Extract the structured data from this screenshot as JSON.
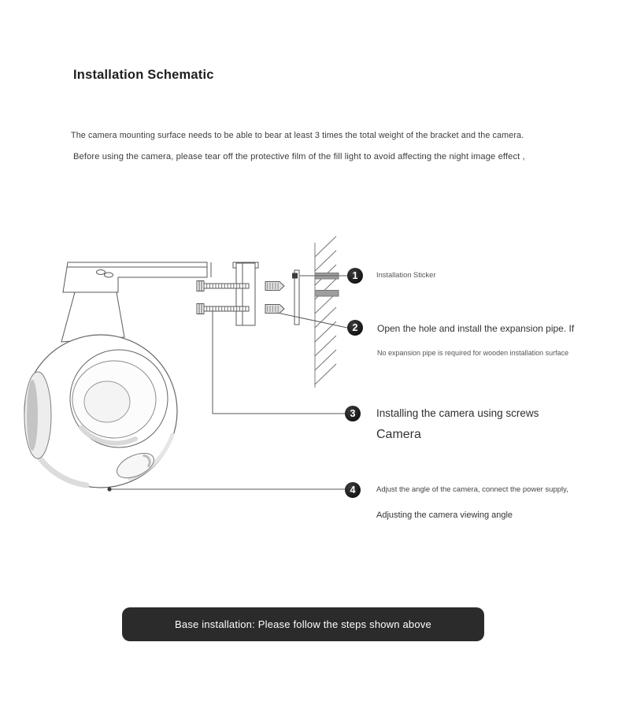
{
  "page": {
    "title": "Installation Schematic",
    "notes": [
      "The camera mounting surface needs to be able to bear at least 3 times the total weight of the bracket and the camera.",
      "Before using the camera, please tear off the protective film of the fill light to avoid affecting the night image effect ,"
    ]
  },
  "steps": [
    {
      "number": "1",
      "title": "Installation Sticker",
      "subtitle": ""
    },
    {
      "number": "2",
      "title": "Open the hole and install the expansion pipe. If",
      "subtitle": "No expansion pipe is required for wooden installation surface"
    },
    {
      "number": "3",
      "title": "Installing the camera using screws",
      "subtitle": "Camera"
    },
    {
      "number": "4",
      "title": "Adjust the angle of the camera, connect the power supply,",
      "subtitle": "Adjusting the camera viewing angle"
    }
  ],
  "footer": {
    "banner": "Base installation: Please follow the steps shown above"
  },
  "colors": {
    "line": "#5a5a5a",
    "badge": "#1c1c1c",
    "banner": "#2b2b2b"
  }
}
